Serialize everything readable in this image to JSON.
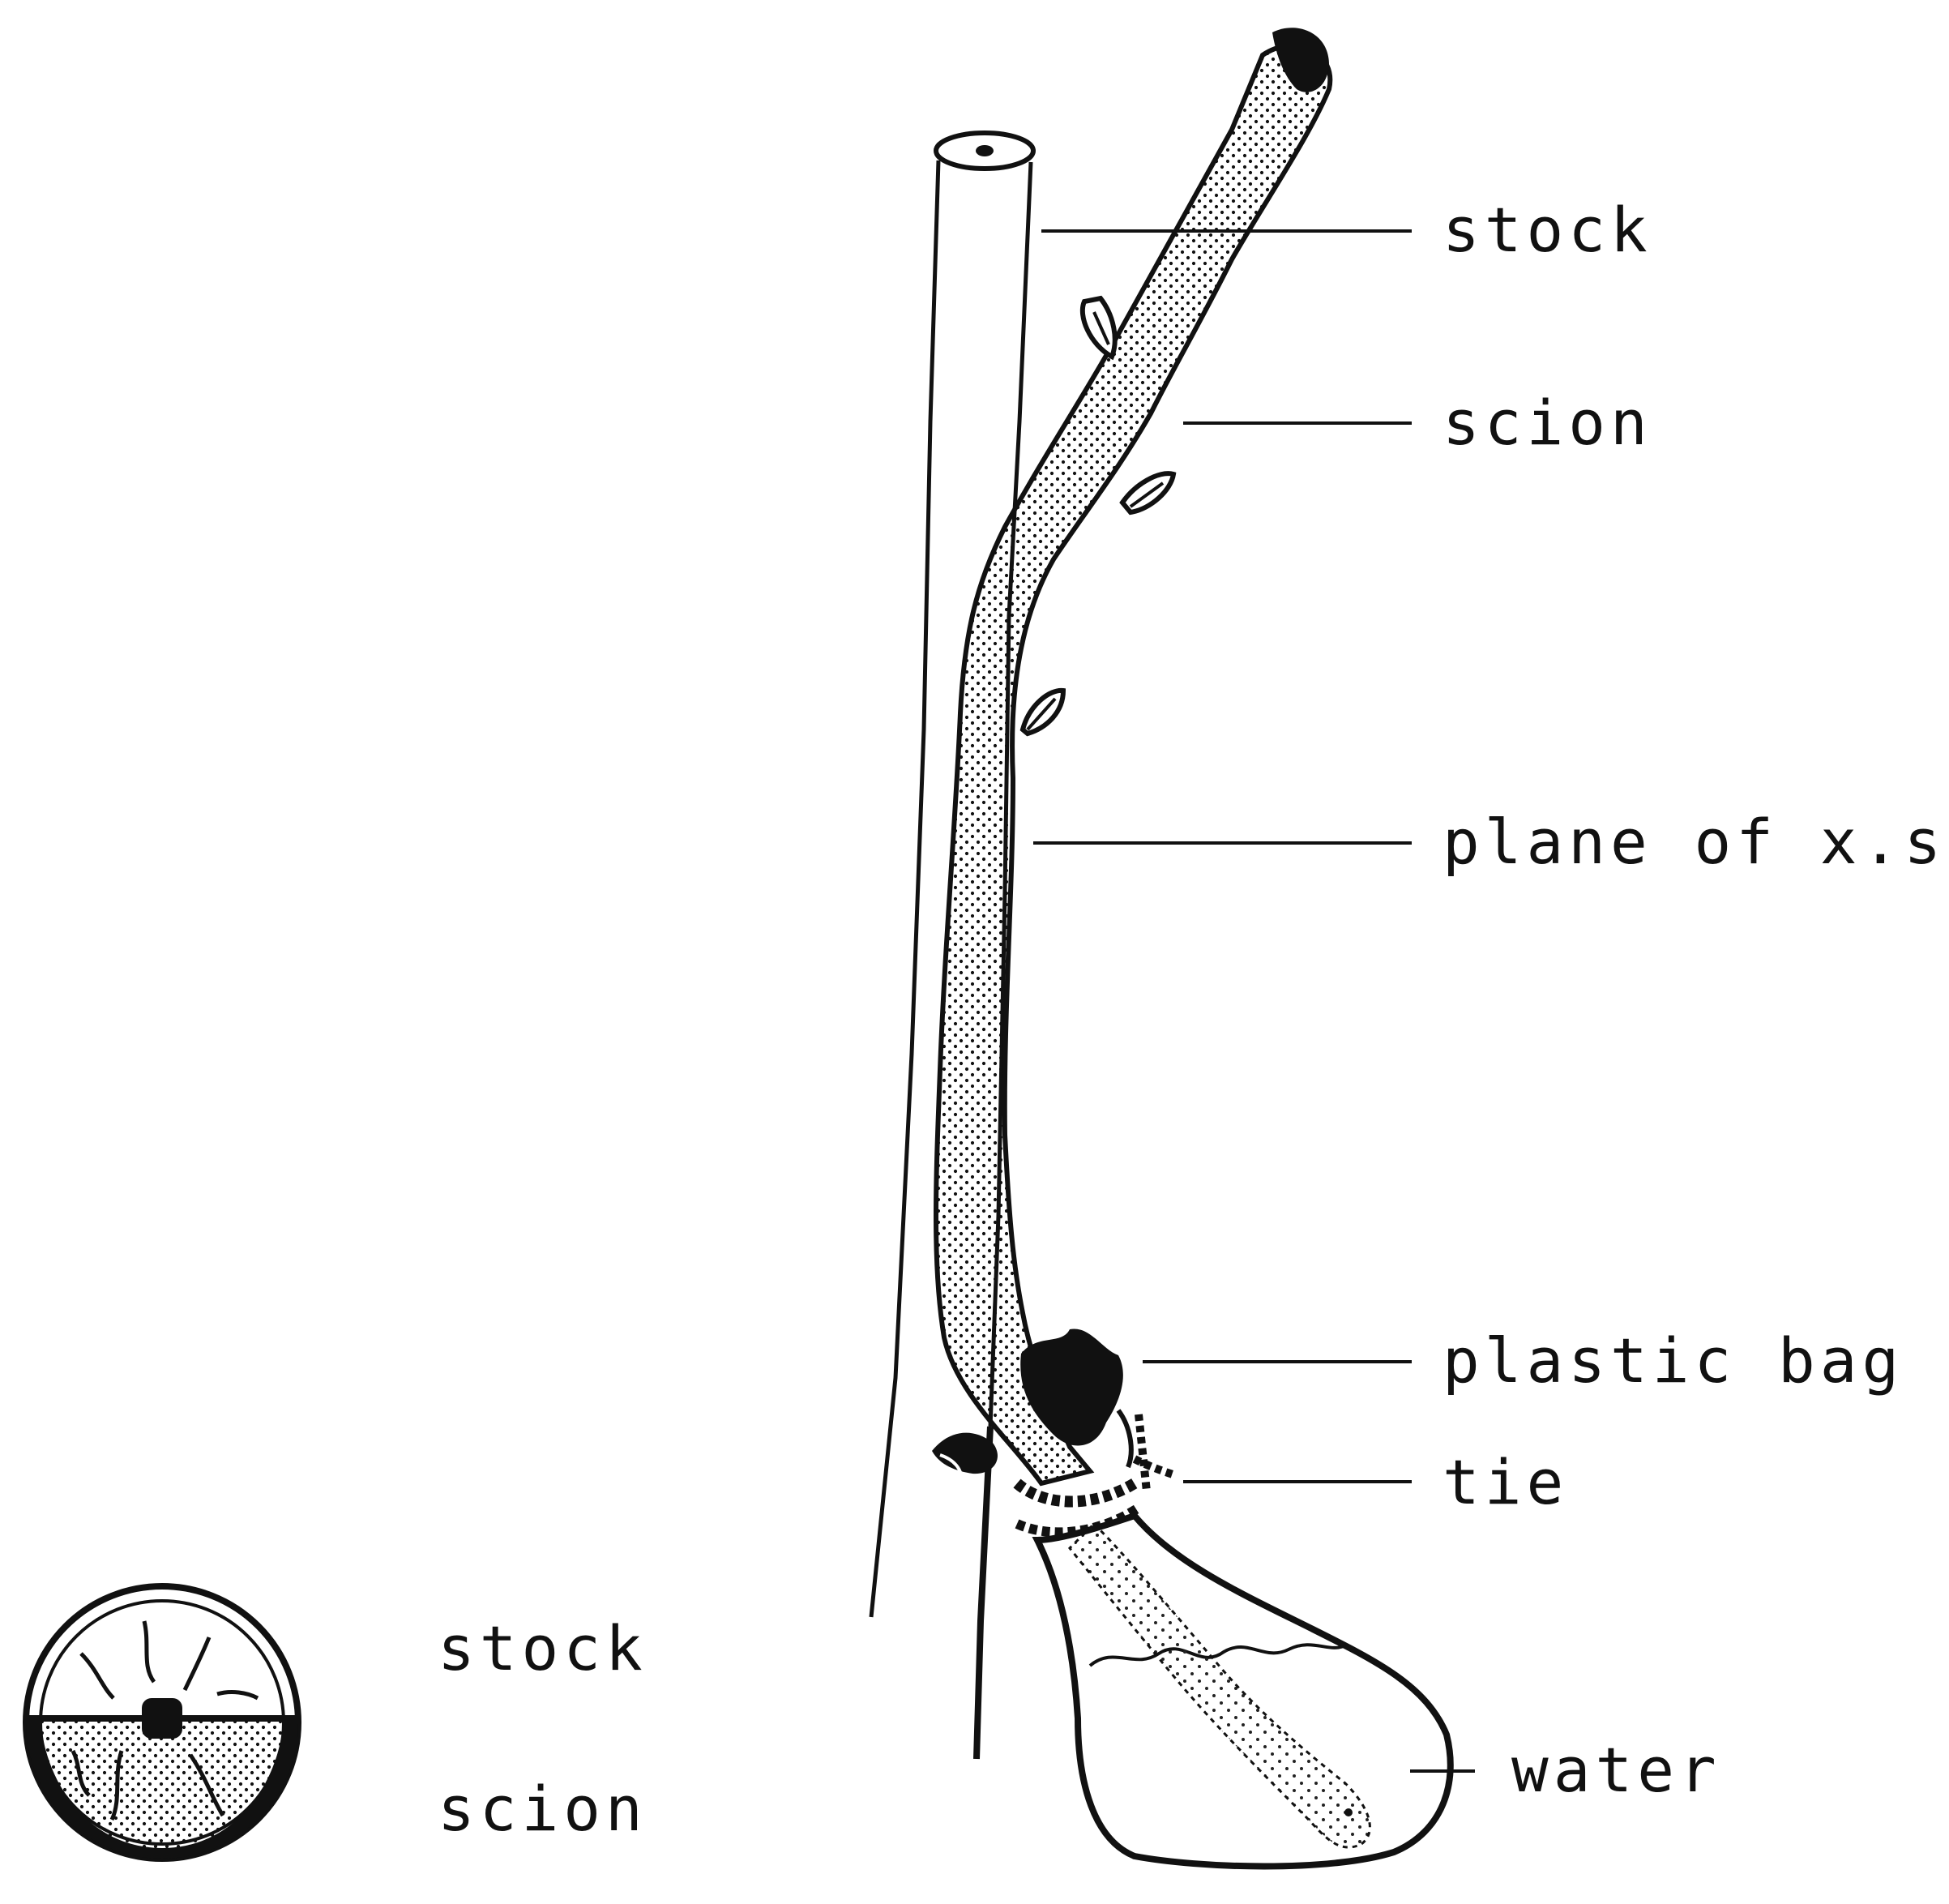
{
  "labels": {
    "stock": "stock",
    "scion": "scion",
    "plane_of_xs": "plane of x.s.",
    "plastic_bag": "plastic bag",
    "tie": "tie",
    "water": "water"
  },
  "cross_section_labels": {
    "stock": "stock",
    "scion": "scion"
  },
  "colors": {
    "ink": "#111111",
    "paper": "#ffffff"
  }
}
